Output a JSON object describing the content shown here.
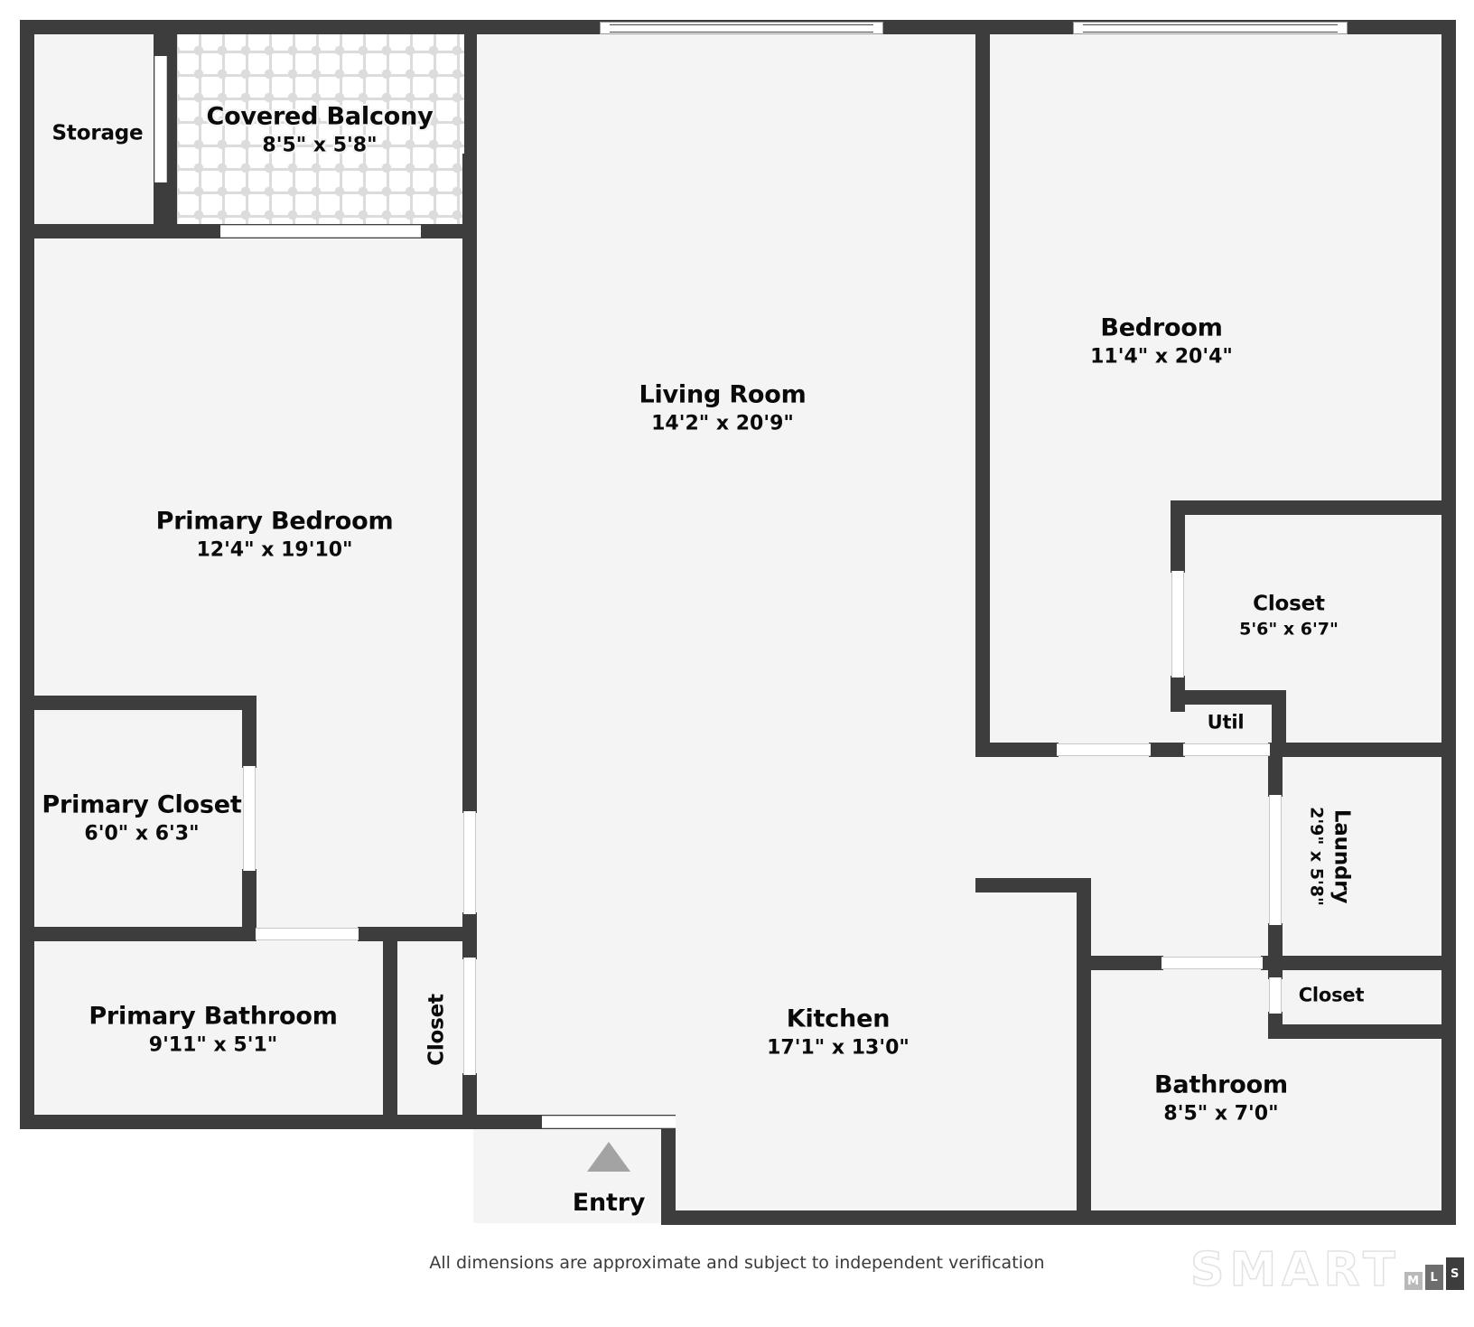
{
  "document": {
    "type": "floor-plan",
    "footnote": "All dimensions are approximate and subject to independent verification",
    "colors": {
      "wall": "#3d3d3d",
      "room_fill": "#f4f4f4",
      "background": "#ffffff",
      "entry_marker": "#a3a3a3",
      "watermark": "#e2e2e2"
    }
  },
  "rooms": [
    {
      "id": "storage",
      "name": "Storage",
      "dims": ""
    },
    {
      "id": "covered_balcony",
      "name": "Covered Balcony",
      "dims": "8'5\" x 5'8\""
    },
    {
      "id": "primary_bedroom",
      "name": "Primary Bedroom",
      "dims": "12'4\" x 19'10\""
    },
    {
      "id": "primary_closet",
      "name": "Primary Closet",
      "dims": "6'0\" x 6'3\""
    },
    {
      "id": "primary_bathroom",
      "name": "Primary Bathroom",
      "dims": "9'11\" x 5'1\""
    },
    {
      "id": "hall_closet",
      "name": "Closet",
      "dims": ""
    },
    {
      "id": "living_room",
      "name": "Living Room",
      "dims": "14'2\" x 20'9\""
    },
    {
      "id": "kitchen",
      "name": "Kitchen",
      "dims": "17'1\" x 13'0\""
    },
    {
      "id": "bedroom",
      "name": "Bedroom",
      "dims": "11'4\" x 20'4\""
    },
    {
      "id": "bedroom_closet",
      "name": "Closet",
      "dims": "5'6\" x 6'7\""
    },
    {
      "id": "util",
      "name": "Util",
      "dims": ""
    },
    {
      "id": "laundry",
      "name": "Laundry",
      "dims": "2'9\" x 5'8\""
    },
    {
      "id": "small_closet",
      "name": "Closet",
      "dims": ""
    },
    {
      "id": "bathroom",
      "name": "Bathroom",
      "dims": "8'5\" x 7'0\""
    },
    {
      "id": "entry",
      "name": "Entry",
      "dims": ""
    }
  ],
  "watermark": {
    "text": "SMART",
    "boxes": [
      "M",
      "L",
      "S"
    ]
  }
}
